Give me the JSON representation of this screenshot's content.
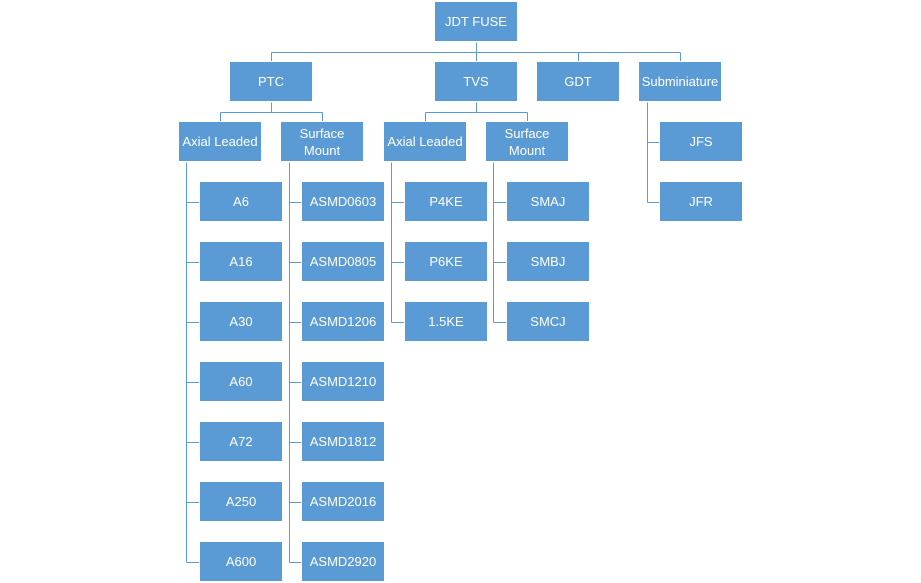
{
  "root": {
    "label": "JDT FUSE"
  },
  "categories": [
    {
      "label": "PTC",
      "groups": [
        {
          "label": "Axial Leaded",
          "items": [
            "A6",
            "A16",
            "A30",
            "A60",
            "A72",
            "A250",
            "A600"
          ]
        },
        {
          "label": "Surface\nMount",
          "items": [
            "ASMD0603",
            "ASMD0805",
            "ASMD1206",
            "ASMD1210",
            "ASMD1812",
            "ASMD2016",
            "ASMD2920"
          ]
        }
      ]
    },
    {
      "label": "TVS",
      "groups": [
        {
          "label": "Axial Leaded",
          "items": [
            "P4KE",
            "P6KE",
            "1.5KE"
          ]
        },
        {
          "label": "Surface\nMount",
          "items": [
            "SMAJ",
            "SMBJ",
            "SMCJ"
          ]
        }
      ]
    },
    {
      "label": "GDT"
    },
    {
      "label": "Subminiature",
      "items": [
        "JFS",
        "JFR"
      ]
    }
  ],
  "colors": {
    "node_fill": "#5b9bd5",
    "node_border": "#ffffff",
    "connector": "#5b9bd5",
    "text": "#ffffff"
  }
}
